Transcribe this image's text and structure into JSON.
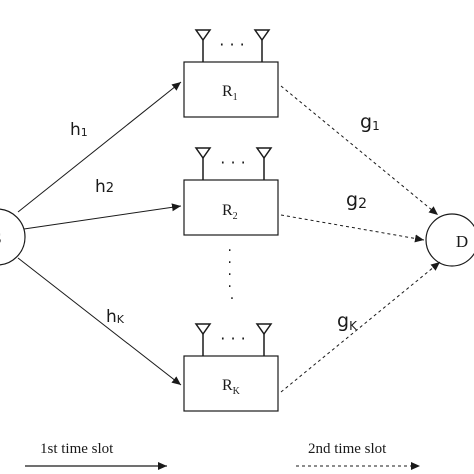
{
  "source_node": {
    "label": "S"
  },
  "destination_node": {
    "label": "D"
  },
  "relays": [
    {
      "name": "R",
      "sub": "1"
    },
    {
      "name": "R",
      "sub": "2"
    },
    {
      "name": "R",
      "sub": "K"
    }
  ],
  "first_hop_labels": [
    {
      "name": "h",
      "sub": "1"
    },
    {
      "name": "h",
      "sub": "2"
    },
    {
      "name": "h",
      "sub": "K"
    }
  ],
  "second_hop_labels": [
    {
      "name": "g",
      "sub": "1"
    },
    {
      "name": "g",
      "sub": "2"
    },
    {
      "name": "g",
      "sub": "K"
    }
  ],
  "legend": {
    "first_slot": "1st time slot",
    "second_slot": "2nd time slot"
  },
  "colors": {
    "stroke": "#1a1a1a",
    "background": "#ffffff"
  }
}
